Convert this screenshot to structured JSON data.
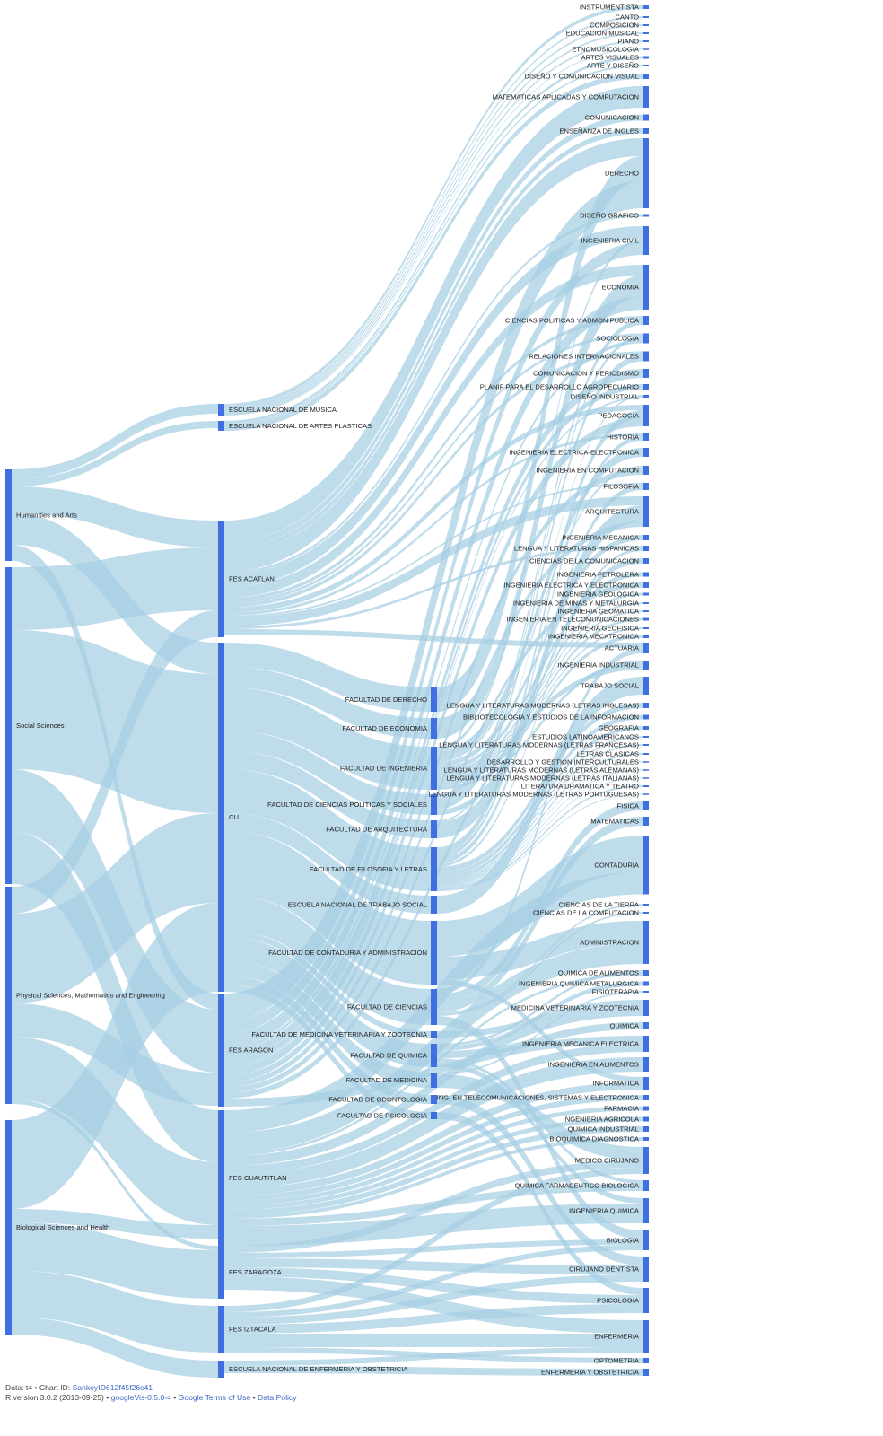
{
  "chart_data": {
    "type": "sankey",
    "columns": [
      [
        {
          "id": "ha",
          "label": "Humanities and Arts"
        },
        {
          "id": "ss",
          "label": "Social Sciences"
        },
        {
          "id": "ps",
          "label": "Physical Sciences, Mathematics and Engineering"
        },
        {
          "id": "bs",
          "label": "Biological Sciences and Health"
        }
      ],
      [
        {
          "id": "enm",
          "label": "ESCUELA NACIONAL DE MUSICA"
        },
        {
          "id": "enap",
          "label": "ESCUELA NACIONAL DE ARTES PLASTICAS"
        },
        {
          "id": "aca",
          "label": "FES ACATLAN"
        },
        {
          "id": "cu",
          "label": "CU"
        },
        {
          "id": "ara",
          "label": "FES ARAGON"
        },
        {
          "id": "cua",
          "label": "FES CUAUTITLAN"
        },
        {
          "id": "zar",
          "label": "FES ZARAGOZA"
        },
        {
          "id": "izt",
          "label": "FES IZTACALA"
        },
        {
          "id": "eneo",
          "label": "ESCUELA NACIONAL DE ENFERMERIA Y OBSTETRICIA"
        }
      ],
      [
        {
          "id": "fder",
          "label": "FACULTAD DE DERECHO"
        },
        {
          "id": "feco",
          "label": "FACULTAD DE ECONOMIA"
        },
        {
          "id": "fing",
          "label": "FACULTAD DE INGENIERIA"
        },
        {
          "id": "fcp",
          "label": "FACULTAD DE CIENCIAS POLITICAS Y SOCIALES"
        },
        {
          "id": "farq",
          "label": "FACULTAD DE ARQUITECTURA"
        },
        {
          "id": "ffyl",
          "label": "FACULTAD DE FILOSOFIA Y LETRAS"
        },
        {
          "id": "ents",
          "label": "ESCUELA NACIONAL DE TRABAJO SOCIAL"
        },
        {
          "id": "fca",
          "label": "FACULTAD DE CONTADURIA Y ADMINISTRACION"
        },
        {
          "id": "fci",
          "label": "FACULTAD DE CIENCIAS"
        },
        {
          "id": "fmvz",
          "label": "FACULTAD DE MEDICINA VETERINARIA Y ZOOTECNIA"
        },
        {
          "id": "fqui",
          "label": "FACULTAD DE QUIMICA"
        },
        {
          "id": "fmed",
          "label": "FACULTAD DE MEDICINA"
        },
        {
          "id": "fodo",
          "label": "FACULTAD DE ODONTOLOGIA"
        },
        {
          "id": "fpsi",
          "label": "FACULTAD DE PSICOLOGIA"
        }
      ],
      [
        {
          "id": "k0",
          "label": "INSTRUMENTISTA"
        },
        {
          "id": "k1",
          "label": "CANTO"
        },
        {
          "id": "k2",
          "label": "COMPOSICION"
        },
        {
          "id": "k3",
          "label": "EDUCACION MUSICAL"
        },
        {
          "id": "k4",
          "label": "PIANO"
        },
        {
          "id": "k5",
          "label": "ETNOMUSICOLOGIA"
        },
        {
          "id": "k6",
          "label": "ARTES VISUALES"
        },
        {
          "id": "k7",
          "label": "ARTE Y DISEÑO"
        },
        {
          "id": "k8",
          "label": "DISEÑO Y COMUNICACION VISUAL"
        },
        {
          "id": "k9",
          "label": "MATEMATICAS APLICADAS Y COMPUTACION"
        },
        {
          "id": "k10",
          "label": "COMUNICACION"
        },
        {
          "id": "k11",
          "label": "ENSEÑANZA DE INGLES"
        },
        {
          "id": "k12",
          "label": "DERECHO"
        },
        {
          "id": "k13",
          "label": "DISEÑO GRAFICO"
        },
        {
          "id": "k14",
          "label": "INGENIERIA CIVIL"
        },
        {
          "id": "k15",
          "label": "ECONOMIA"
        },
        {
          "id": "k16",
          "label": "CIENCIAS POLITICAS Y ADMON PUBLICA"
        },
        {
          "id": "k17",
          "label": "SOCIOLOGIA"
        },
        {
          "id": "k18",
          "label": "RELACIONES INTERNACIONALES"
        },
        {
          "id": "k19",
          "label": "COMUNICACION Y PERIODISMO"
        },
        {
          "id": "k20",
          "label": "PLANIF PARA EL DESARROLLO AGROPECUARIO"
        },
        {
          "id": "k21",
          "label": "DISEÑO INDUSTRIAL"
        },
        {
          "id": "k22",
          "label": "PEDAGOGIA"
        },
        {
          "id": "k23",
          "label": "HISTORIA"
        },
        {
          "id": "k24",
          "label": "INGENIERIA ELECTRICA-ELECTRONICA"
        },
        {
          "id": "k25",
          "label": "INGENIERIA EN COMPUTACION"
        },
        {
          "id": "k26",
          "label": "FILOSOFIA"
        },
        {
          "id": "k27",
          "label": "ARQUITECTURA"
        },
        {
          "id": "k28",
          "label": "INGENIERIA MECANICA"
        },
        {
          "id": "k29",
          "label": "LENGUA Y LITERATURAS HISPANICAS"
        },
        {
          "id": "k30",
          "label": "CIENCIAS DE LA COMUNICACION"
        },
        {
          "id": "k31",
          "label": "INGENIERIA PETROLERA"
        },
        {
          "id": "k32",
          "label": "INGENIERIA ELECTRICA Y ELECTRONICA"
        },
        {
          "id": "k33",
          "label": "INGENIERIA GEOLOGICA"
        },
        {
          "id": "k34",
          "label": "INGENIERIA DE MINAS Y METALURGIA"
        },
        {
          "id": "k35",
          "label": "INGENIERIA GEOMATICA"
        },
        {
          "id": "k36",
          "label": "INGENIERIA EN TELECOMUNICACIONES"
        },
        {
          "id": "k37",
          "label": "INGENIERIA GEOFISICA"
        },
        {
          "id": "k38",
          "label": "INGENIERIA MECATRONICA"
        },
        {
          "id": "k39",
          "label": "ACTUARIA"
        },
        {
          "id": "k40",
          "label": "INGENIERIA INDUSTRIAL"
        },
        {
          "id": "k41",
          "label": "TRABAJO SOCIAL"
        },
        {
          "id": "k42",
          "label": "LENGUA Y LITERATURAS MODERNAS (LETRAS INGLESAS)"
        },
        {
          "id": "k43",
          "label": "BIBLIOTECOLOGIA Y ESTUDIOS DE LA INFORMACION"
        },
        {
          "id": "k44",
          "label": "GEOGRAFIA"
        },
        {
          "id": "k45",
          "label": "ESTUDIOS LATINOAMERICANOS"
        },
        {
          "id": "k46",
          "label": "LENGUA Y LITERATURAS MODERNAS (LETRAS FRANCESAS)"
        },
        {
          "id": "k47",
          "label": "LETRAS CLASICAS"
        },
        {
          "id": "k48",
          "label": "DESARROLLO Y GESTION INTERCULTURALES"
        },
        {
          "id": "k49",
          "label": "LENGUA Y LITERATURAS MODERNAS (LETRAS ALEMANAS)"
        },
        {
          "id": "k50",
          "label": "LENGUA Y LITERATURAS MODERNAS (LETRAS ITALIANAS)"
        },
        {
          "id": "k51",
          "label": "LITERATURA DRAMATICA Y TEATRO"
        },
        {
          "id": "k52",
          "label": "LENGUA Y LITERATURAS MODERNAS (LETRAS PORTUGUESAS)"
        },
        {
          "id": "k53",
          "label": "FISICA"
        },
        {
          "id": "k54",
          "label": "MATEMATICAS"
        },
        {
          "id": "k55",
          "label": "CONTADURIA"
        },
        {
          "id": "k56",
          "label": "CIENCIAS DE LA TIERRA"
        },
        {
          "id": "k57",
          "label": "CIENCIAS DE LA COMPUTACION"
        },
        {
          "id": "k58",
          "label": "ADMINISTRACION"
        },
        {
          "id": "k59",
          "label": "QUIMICA DE ALIMENTOS"
        },
        {
          "id": "k60",
          "label": "INGENIERIA QUIMICA METALURGICA"
        },
        {
          "id": "k61",
          "label": "FISIOTERAPIA"
        },
        {
          "id": "k62",
          "label": "MEDICINA VETERINARIA Y ZOOTECNIA"
        },
        {
          "id": "k63",
          "label": "QUIMICA"
        },
        {
          "id": "k64",
          "label": "INGENIERIA MECANICA ELECTRICA"
        },
        {
          "id": "k65",
          "label": "INGENIERIA EN ALIMENTOS"
        },
        {
          "id": "k66",
          "label": "INFORMATICA"
        },
        {
          "id": "k67",
          "label": "ING. EN TELECOMUNICACIONES, SISTEMAS Y ELECTRONICA"
        },
        {
          "id": "k68",
          "label": "FARMACIA"
        },
        {
          "id": "k69",
          "label": "INGENIERIA AGRICOLA"
        },
        {
          "id": "k70",
          "label": "QUIMICA INDUSTRIAL"
        },
        {
          "id": "k71",
          "label": "BIOQUIMICA DIAGNOSTICA"
        },
        {
          "id": "k72",
          "label": "MEDICO CIRUJANO"
        },
        {
          "id": "k73",
          "label": "QUIMICA FARMACEUTICO BIOLOGICA"
        },
        {
          "id": "k74",
          "label": "INGENIERIA QUIMICA"
        },
        {
          "id": "k75",
          "label": "BIOLOGIA"
        },
        {
          "id": "k76",
          "label": "CIRUJANO DENTISTA"
        },
        {
          "id": "k77",
          "label": "PSICOLOGIA"
        },
        {
          "id": "k78",
          "label": "ENFERMERIA"
        },
        {
          "id": "k79",
          "label": "OPTOMETRIA"
        },
        {
          "id": "k80",
          "label": "ENFERMERIA Y OBSTETRICIA"
        }
      ]
    ],
    "links": [
      [
        "ha",
        "enm",
        11
      ],
      [
        "ha",
        "enap",
        8
      ],
      [
        "ha",
        "aca",
        30
      ],
      [
        "ha",
        "cu",
        35
      ],
      [
        "ha",
        "ara",
        18
      ],
      [
        "ss",
        "aca",
        70
      ],
      [
        "ss",
        "cu",
        155
      ],
      [
        "ss",
        "ara",
        70
      ],
      [
        "ss",
        "cua",
        58
      ],
      [
        "ps",
        "aca",
        30
      ],
      [
        "ps",
        "cu",
        100
      ],
      [
        "ps",
        "ara",
        37
      ],
      [
        "ps",
        "cua",
        70
      ],
      [
        "ps",
        "zar",
        5
      ],
      [
        "bs",
        "cu",
        99
      ],
      [
        "bs",
        "cua",
        15
      ],
      [
        "bs",
        "zar",
        54
      ],
      [
        "bs",
        "izt",
        52
      ],
      [
        "bs",
        "eneo",
        19
      ],
      [
        "cu",
        "fder",
        27
      ],
      [
        "cu",
        "feco",
        23
      ],
      [
        "cu",
        "fing",
        48
      ],
      [
        "cu",
        "fcp",
        23
      ],
      [
        "cu",
        "farq",
        20
      ],
      [
        "cu",
        "ffyl",
        49
      ],
      [
        "cu",
        "ents",
        20
      ],
      [
        "cu",
        "fca",
        71
      ],
      [
        "cu",
        "fci",
        40
      ],
      [
        "cu",
        "fmvz",
        7
      ],
      [
        "cu",
        "fqui",
        26
      ],
      [
        "cu",
        "fmed",
        17
      ],
      [
        "cu",
        "fodo",
        10
      ],
      [
        "cu",
        "fpsi",
        8
      ],
      [
        "enm",
        "k0",
        4
      ],
      [
        "enm",
        "k1",
        2
      ],
      [
        "enm",
        "k2",
        2
      ],
      [
        "enm",
        "k3",
        2
      ],
      [
        "enm",
        "k4",
        2
      ],
      [
        "enm",
        "k5",
        1
      ],
      [
        "enap",
        "k6",
        3
      ],
      [
        "enap",
        "k7",
        2
      ],
      [
        "enap",
        "k8",
        6
      ],
      [
        "aca",
        "k9",
        24
      ],
      [
        "aca",
        "k10",
        7
      ],
      [
        "aca",
        "k11",
        6
      ],
      [
        "aca",
        "k12",
        20
      ],
      [
        "aca",
        "k13",
        3
      ],
      [
        "aca",
        "k14",
        14
      ],
      [
        "aca",
        "k15",
        12
      ],
      [
        "aca",
        "k16",
        4
      ],
      [
        "aca",
        "k17",
        3
      ],
      [
        "aca",
        "k18",
        4
      ],
      [
        "aca",
        "k22",
        6
      ],
      [
        "aca",
        "k23",
        3
      ],
      [
        "aca",
        "k26",
        2
      ],
      [
        "aca",
        "k27",
        10
      ],
      [
        "aca",
        "k29",
        3
      ],
      [
        "aca",
        "k39",
        6
      ],
      [
        "ara",
        "k12",
        31
      ],
      [
        "ara",
        "k15",
        15
      ],
      [
        "ara",
        "k14",
        14
      ],
      [
        "ara",
        "k19",
        10
      ],
      [
        "ara",
        "k22",
        10
      ],
      [
        "ara",
        "k27",
        6
      ],
      [
        "ara",
        "k64",
        9
      ],
      [
        "ara",
        "k25",
        7
      ],
      [
        "ara",
        "k20",
        6
      ],
      [
        "ara",
        "k17",
        4
      ],
      [
        "ara",
        "k40",
        6
      ],
      [
        "ara",
        "k21",
        2
      ],
      [
        "ara",
        "k32",
        6
      ],
      [
        "fder",
        "k12",
        27
      ],
      [
        "feco",
        "k15",
        23
      ],
      [
        "fing",
        "k14",
        4
      ],
      [
        "fing",
        "k24",
        10
      ],
      [
        "fing",
        "k25",
        3
      ],
      [
        "fing",
        "k28",
        6
      ],
      [
        "fing",
        "k31",
        5
      ],
      [
        "fing",
        "k33",
        3
      ],
      [
        "fing",
        "k34",
        2
      ],
      [
        "fing",
        "k35",
        2
      ],
      [
        "fing",
        "k36",
        3
      ],
      [
        "fing",
        "k37",
        2
      ],
      [
        "fing",
        "k38",
        4
      ],
      [
        "fing",
        "k40",
        4
      ],
      [
        "fcp",
        "k16",
        6
      ],
      [
        "fcp",
        "k17",
        4
      ],
      [
        "fcp",
        "k18",
        7
      ],
      [
        "fcp",
        "k30",
        6
      ],
      [
        "farq",
        "k27",
        18
      ],
      [
        "farq",
        "k21",
        2
      ],
      [
        "ffyl",
        "k22",
        8
      ],
      [
        "ffyl",
        "k23",
        5
      ],
      [
        "ffyl",
        "k26",
        6
      ],
      [
        "ffyl",
        "k29",
        3
      ],
      [
        "ffyl",
        "k42",
        6
      ],
      [
        "ffyl",
        "k43",
        5
      ],
      [
        "ffyl",
        "k44",
        4
      ],
      [
        "ffyl",
        "k45",
        2
      ],
      [
        "ffyl",
        "k46",
        2
      ],
      [
        "ffyl",
        "k47",
        2
      ],
      [
        "ffyl",
        "k48",
        1
      ],
      [
        "ffyl",
        "k49",
        1
      ],
      [
        "ffyl",
        "k50",
        1
      ],
      [
        "ffyl",
        "k51",
        2
      ],
      [
        "ffyl",
        "k52",
        1
      ],
      [
        "ents",
        "k41",
        20
      ],
      [
        "fca",
        "k55",
        40
      ],
      [
        "fca",
        "k58",
        25
      ],
      [
        "fca",
        "k66",
        6
      ],
      [
        "fci",
        "k39",
        6
      ],
      [
        "fci",
        "k53",
        10
      ],
      [
        "fci",
        "k54",
        10
      ],
      [
        "fci",
        "k56",
        2
      ],
      [
        "fci",
        "k57",
        2
      ],
      [
        "fci",
        "k75",
        10
      ],
      [
        "fmvz",
        "k62",
        7
      ],
      [
        "fqui",
        "k63",
        8
      ],
      [
        "fqui",
        "k59",
        3
      ],
      [
        "fqui",
        "k60",
        5
      ],
      [
        "fqui",
        "k74",
        6
      ],
      [
        "fqui",
        "k73",
        4
      ],
      [
        "fmed",
        "k72",
        15
      ],
      [
        "fmed",
        "k61",
        2
      ],
      [
        "fodo",
        "k76",
        10
      ],
      [
        "fpsi",
        "k77",
        8
      ],
      [
        "cua",
        "k55",
        25
      ],
      [
        "cua",
        "k58",
        23
      ],
      [
        "cua",
        "k64",
        9
      ],
      [
        "cua",
        "k65",
        16
      ],
      [
        "cua",
        "k66",
        8
      ],
      [
        "cua",
        "k62",
        11
      ],
      [
        "cua",
        "k67",
        6
      ],
      [
        "cua",
        "k68",
        5
      ],
      [
        "cua",
        "k69",
        5
      ],
      [
        "cua",
        "k70",
        6
      ],
      [
        "cua",
        "k71",
        4
      ],
      [
        "cua",
        "k73",
        8
      ],
      [
        "cua",
        "k74",
        22
      ],
      [
        "cua",
        "k59",
        3
      ],
      [
        "zar",
        "k72",
        8
      ],
      [
        "zar",
        "k76",
        10
      ],
      [
        "zar",
        "k77",
        10
      ],
      [
        "zar",
        "k75",
        6
      ],
      [
        "zar",
        "k78",
        15
      ],
      [
        "izt",
        "k72",
        7
      ],
      [
        "izt",
        "k76",
        8
      ],
      [
        "izt",
        "k77",
        10
      ],
      [
        "izt",
        "k75",
        6
      ],
      [
        "izt",
        "k78",
        15
      ],
      [
        "izt",
        "k79",
        6
      ],
      [
        "eneo",
        "k78",
        6
      ],
      [
        "eneo",
        "k80",
        8
      ]
    ],
    "colors": {
      "node": "#3f6fe0",
      "link": "#a6cee3"
    }
  },
  "footer": {
    "data_prefix": "Data: t4 • Chart ID: ",
    "chart_id": "SankeyID612f45f26c41",
    "r_version": "R version 3.0.2 (2013-09-25) • ",
    "googlevis": "googleVis-0.5.0-4",
    "sep1": " • ",
    "terms": "Google Terms of Use",
    "sep2": " • ",
    "policy": "Data Policy"
  }
}
